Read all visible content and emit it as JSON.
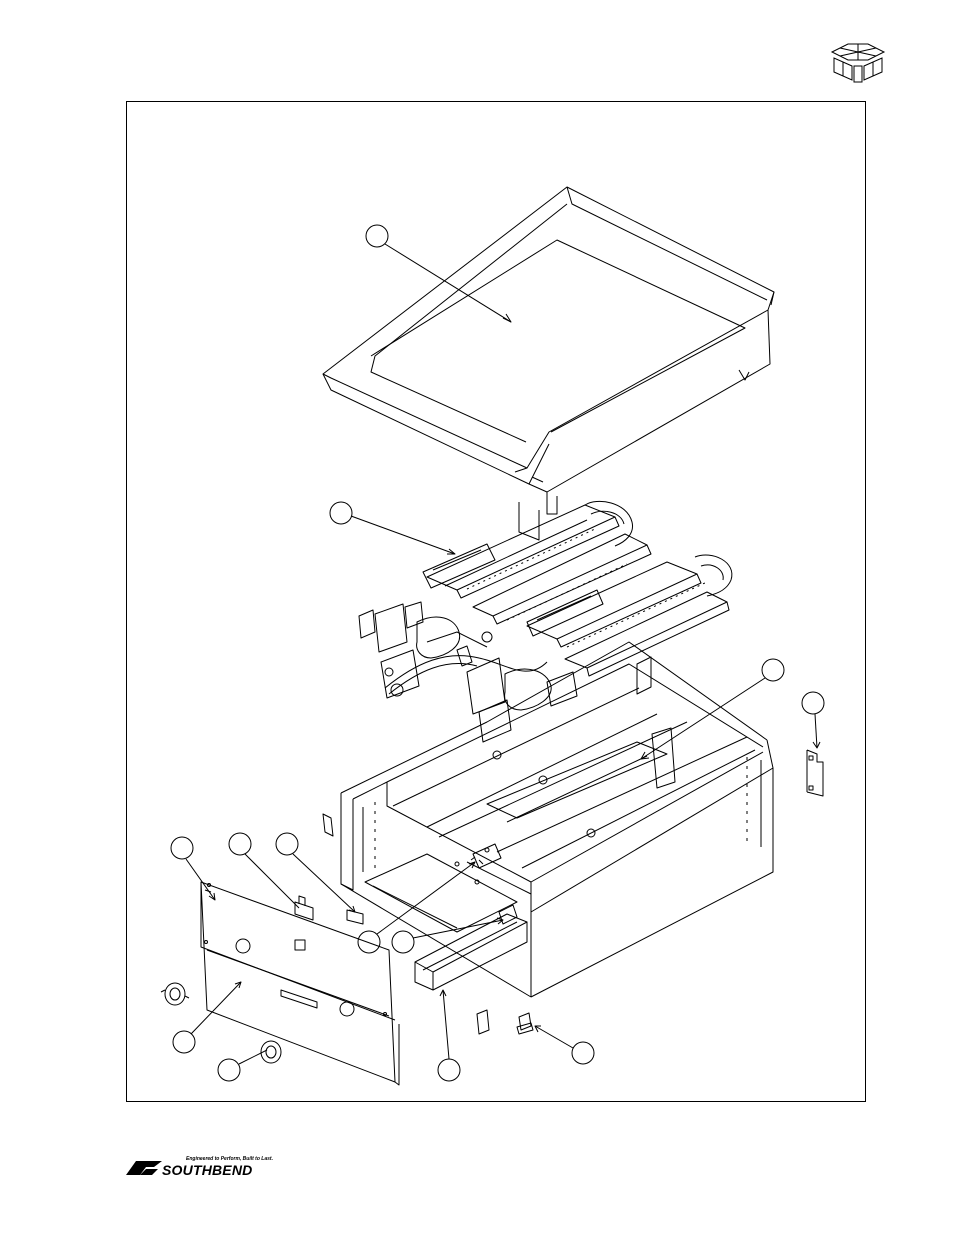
{
  "brand": {
    "name": "SOUTHBEND",
    "tagline": "Engineered to Perform, Built to Last."
  },
  "colors": {
    "line": "#000000",
    "paper": "#ffffff"
  },
  "icons": {
    "corner": "exploded-box-icon",
    "brand": "southbend-logo-mark"
  }
}
